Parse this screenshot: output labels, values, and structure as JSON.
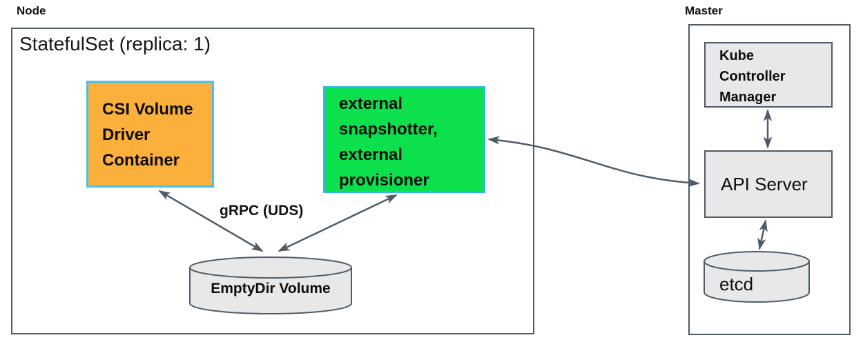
{
  "node": {
    "label": "Node",
    "statefulset_title": "StatefulSet (replica: 1)",
    "csi_box": {
      "line1": "CSI Volume",
      "line2": "Driver",
      "line3": "Container"
    },
    "sidecar_box": {
      "line1": "external",
      "line2": "snapshotter,",
      "line3": "external",
      "line4": "provisioner"
    },
    "grpc_label": "gRPC (UDS)",
    "emptydir_label": "EmptyDir Volume"
  },
  "master": {
    "label": "Master",
    "kcm_box": {
      "line1": "Kube",
      "line2": "Controller",
      "line3": "Manager"
    },
    "api_server_label": "API Server",
    "etcd_label": "etcd"
  },
  "colors": {
    "outline": "#4e5c6a",
    "arrow": "#4e5c6a",
    "csi_fill": "#fbb03c",
    "csi_border": "#45c2ef",
    "sidecar_fill": "#0ce04c",
    "sidecar_border": "#2eb8e6",
    "gray_fill": "#e8e8e8",
    "text": "#0d0d0d"
  }
}
